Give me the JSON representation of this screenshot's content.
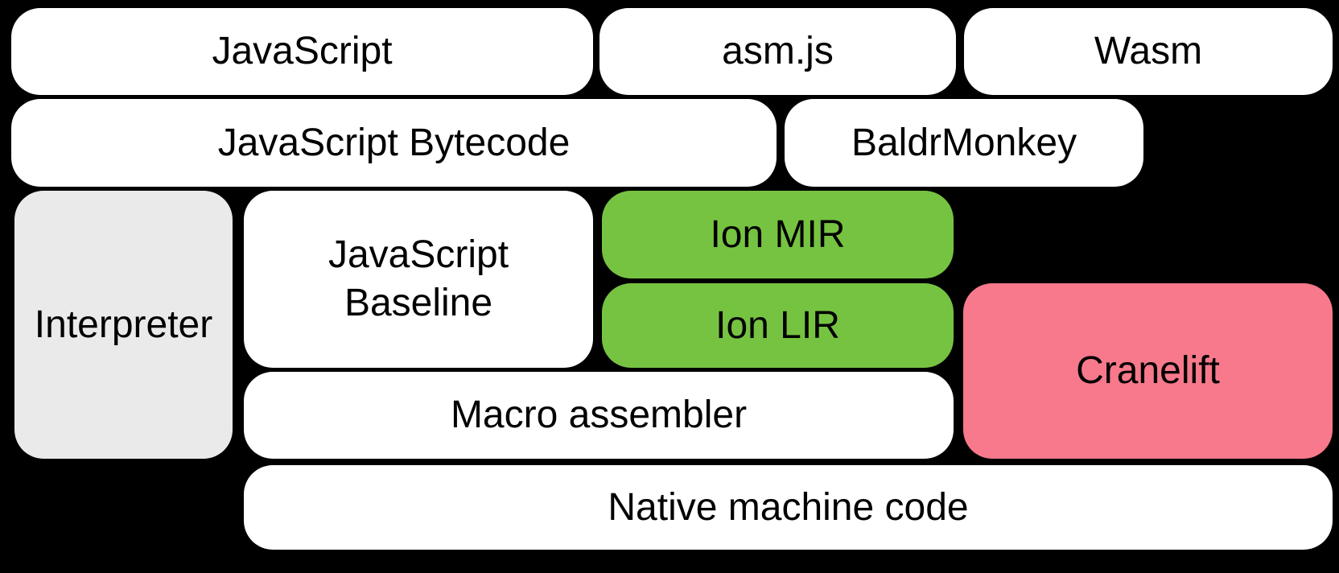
{
  "colors": {
    "background": "#000000",
    "box-white": "#ffffff",
    "box-gray": "#eaeaea",
    "box-green": "#76c342",
    "box-pink": "#f7798b",
    "text": "#000000"
  },
  "boxes": {
    "javascript": {
      "label": "JavaScript"
    },
    "asmjs": {
      "label": "asm.js"
    },
    "wasm": {
      "label": "Wasm"
    },
    "javascript_bytecode": {
      "label": "JavaScript Bytecode"
    },
    "baldrmonkey": {
      "label": "BaldrMonkey"
    },
    "interpreter": {
      "label": "Interpreter"
    },
    "javascript_baseline": {
      "label": "JavaScript\nBaseline"
    },
    "ion_mir": {
      "label": "Ion MIR"
    },
    "ion_lir": {
      "label": "Ion LIR"
    },
    "cranelift": {
      "label": "Cranelift"
    },
    "macro_assembler": {
      "label": "Macro assembler"
    },
    "native_machine_code": {
      "label": "Native machine code"
    }
  }
}
